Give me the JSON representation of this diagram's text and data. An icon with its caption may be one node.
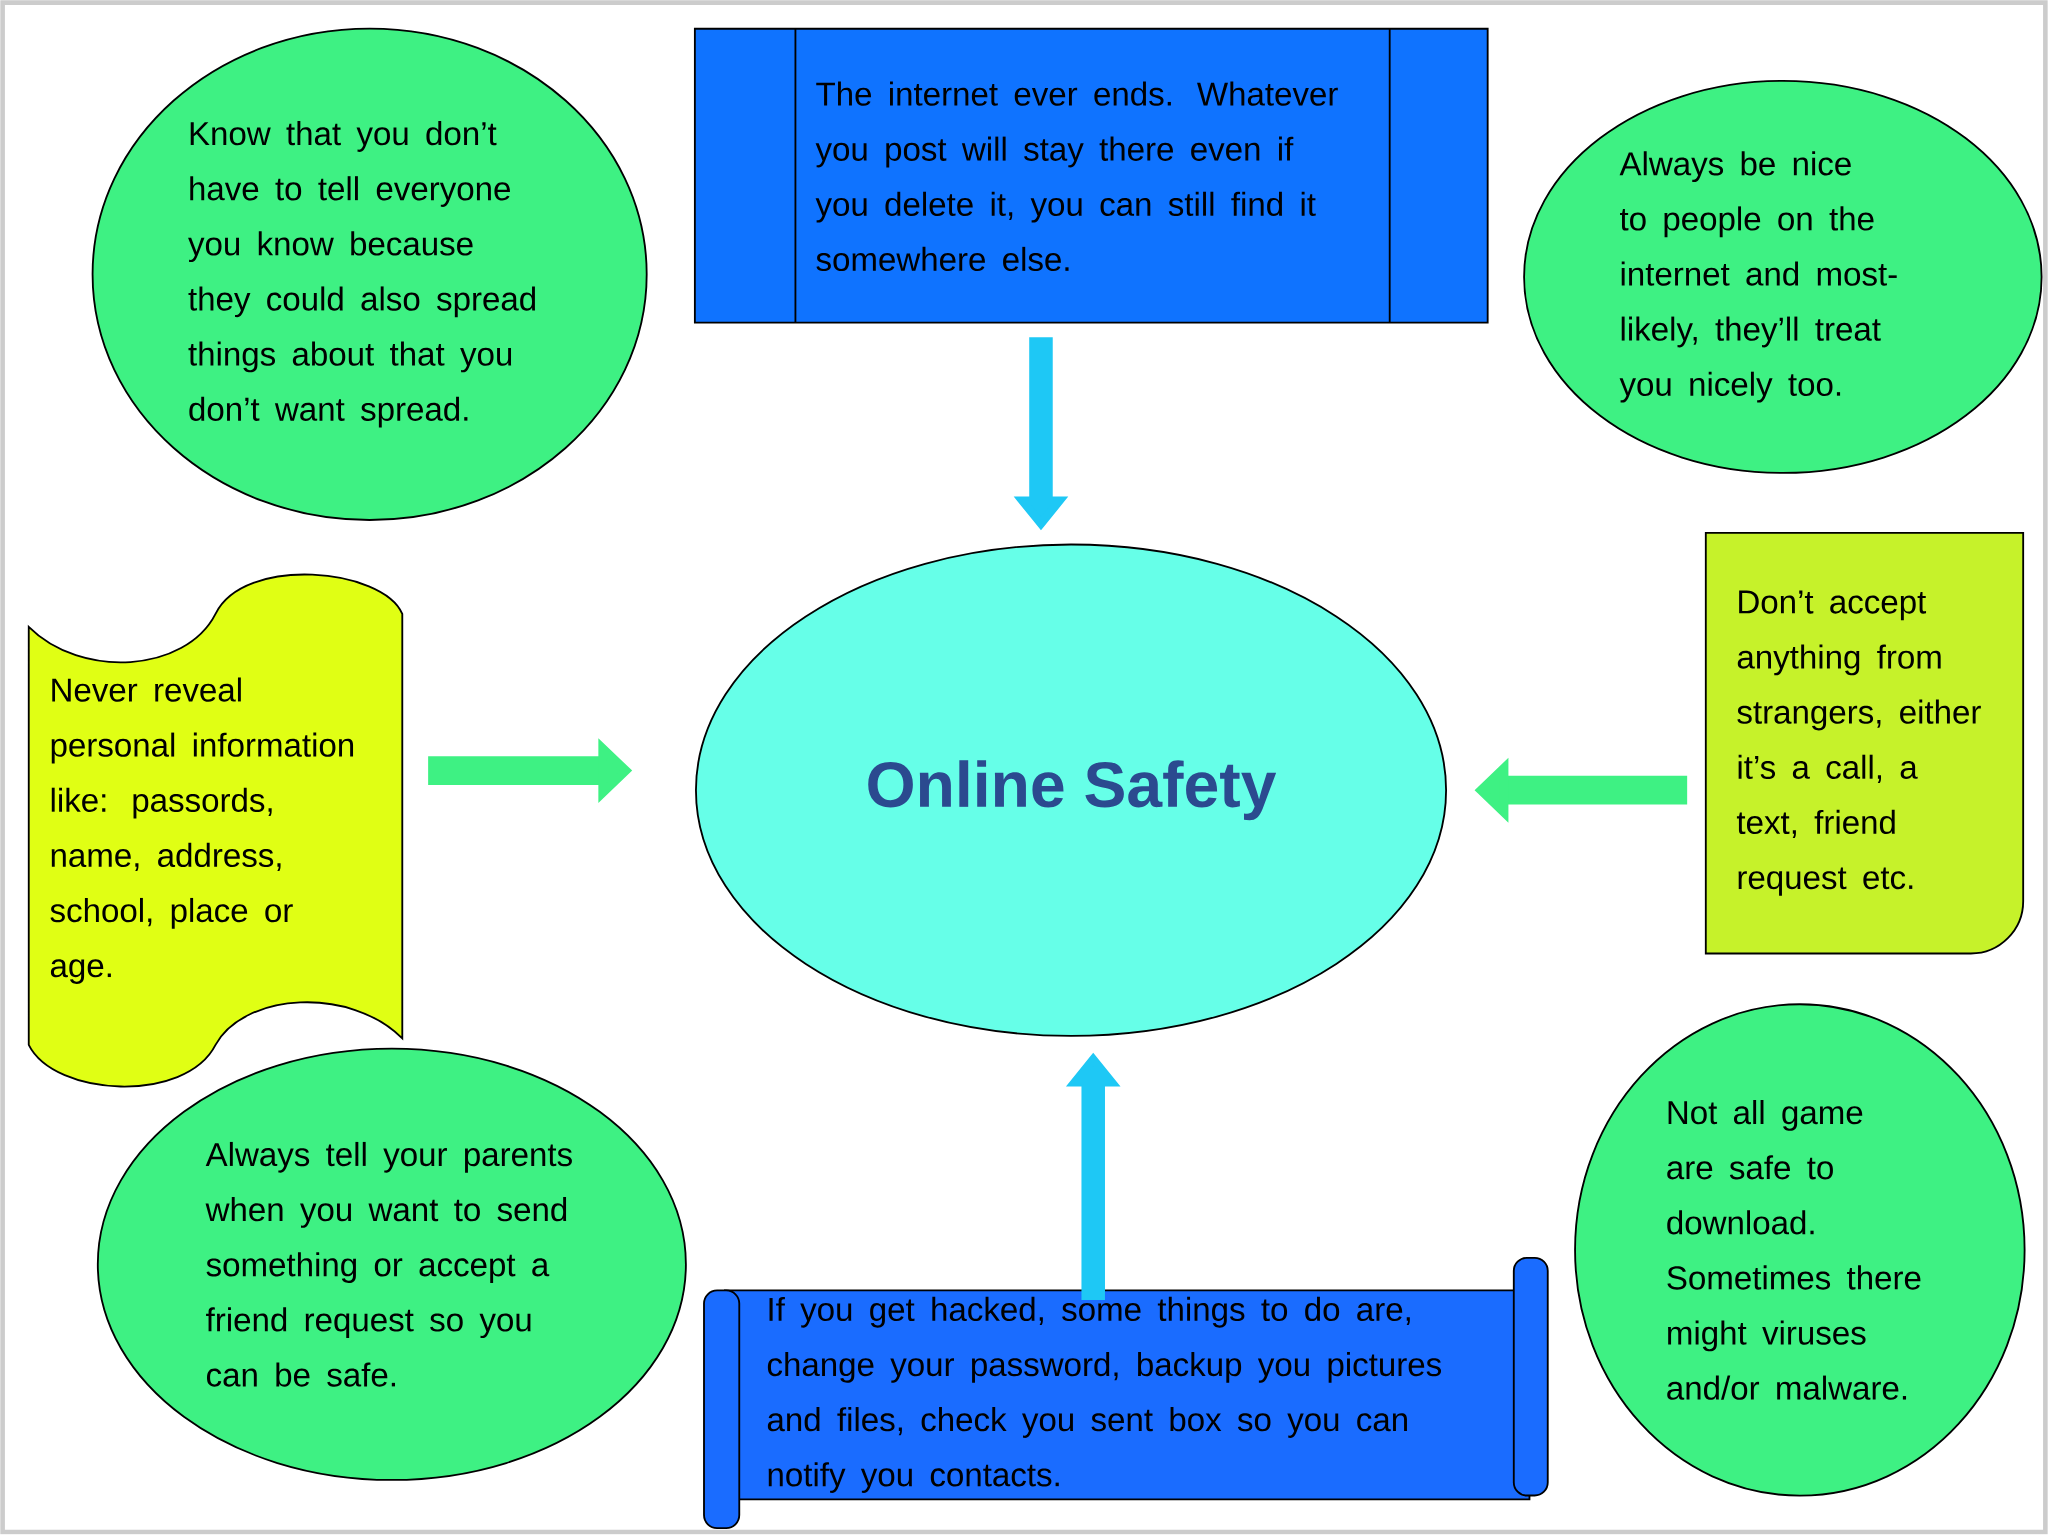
{
  "diagram": {
    "nodes": [
      {
        "text": [
          "Online Safety"
        ]
      },
      {
        "text": [
          "The internet ever ends. Whatever you post will stay there even if you delete it, you can still find it somewhere else."
        ]
      },
      {
        "text": [
          "Know that you don’t have to tell everyone you know because they could also spread things about that you don’t want spread."
        ]
      },
      {
        "text": [
          "Always be nice to people on the internet and most-likely, they’ll treat you nicely too."
        ]
      },
      {
        "text": [
          "Never reveal personal information like: passords, name, address, school, place or age."
        ]
      },
      {
        "text": [
          "Don’t accept anything from strangers, either it’s a call, a text, friend request etc."
        ]
      },
      {
        "text": [
          "Always tell your parents when you want to send something or accept a friend request so you can be safe."
        ]
      },
      {
        "text": [
          "If you get hacked, some things to do are, change your password, backup you pictures and files, check you sent box so you can notify you contacts."
        ]
      },
      {
        "text": [
          "Not all game are safe to download. Sometimes there might viruses and/or malware."
        ]
      }
    ],
    "edges": [
      {
        "from": 1,
        "to": 0,
        "arrow": "to",
        "color": "#1ec8f5"
      },
      {
        "from": 4,
        "to": 0,
        "arrow": "to",
        "color": "#3ef183"
      },
      {
        "from": 5,
        "to": 0,
        "arrow": "to",
        "color": "#3ef183"
      },
      {
        "from": 7,
        "to": 0,
        "arrow": "to",
        "color": "#1ec8f5"
      }
    ]
  }
}
